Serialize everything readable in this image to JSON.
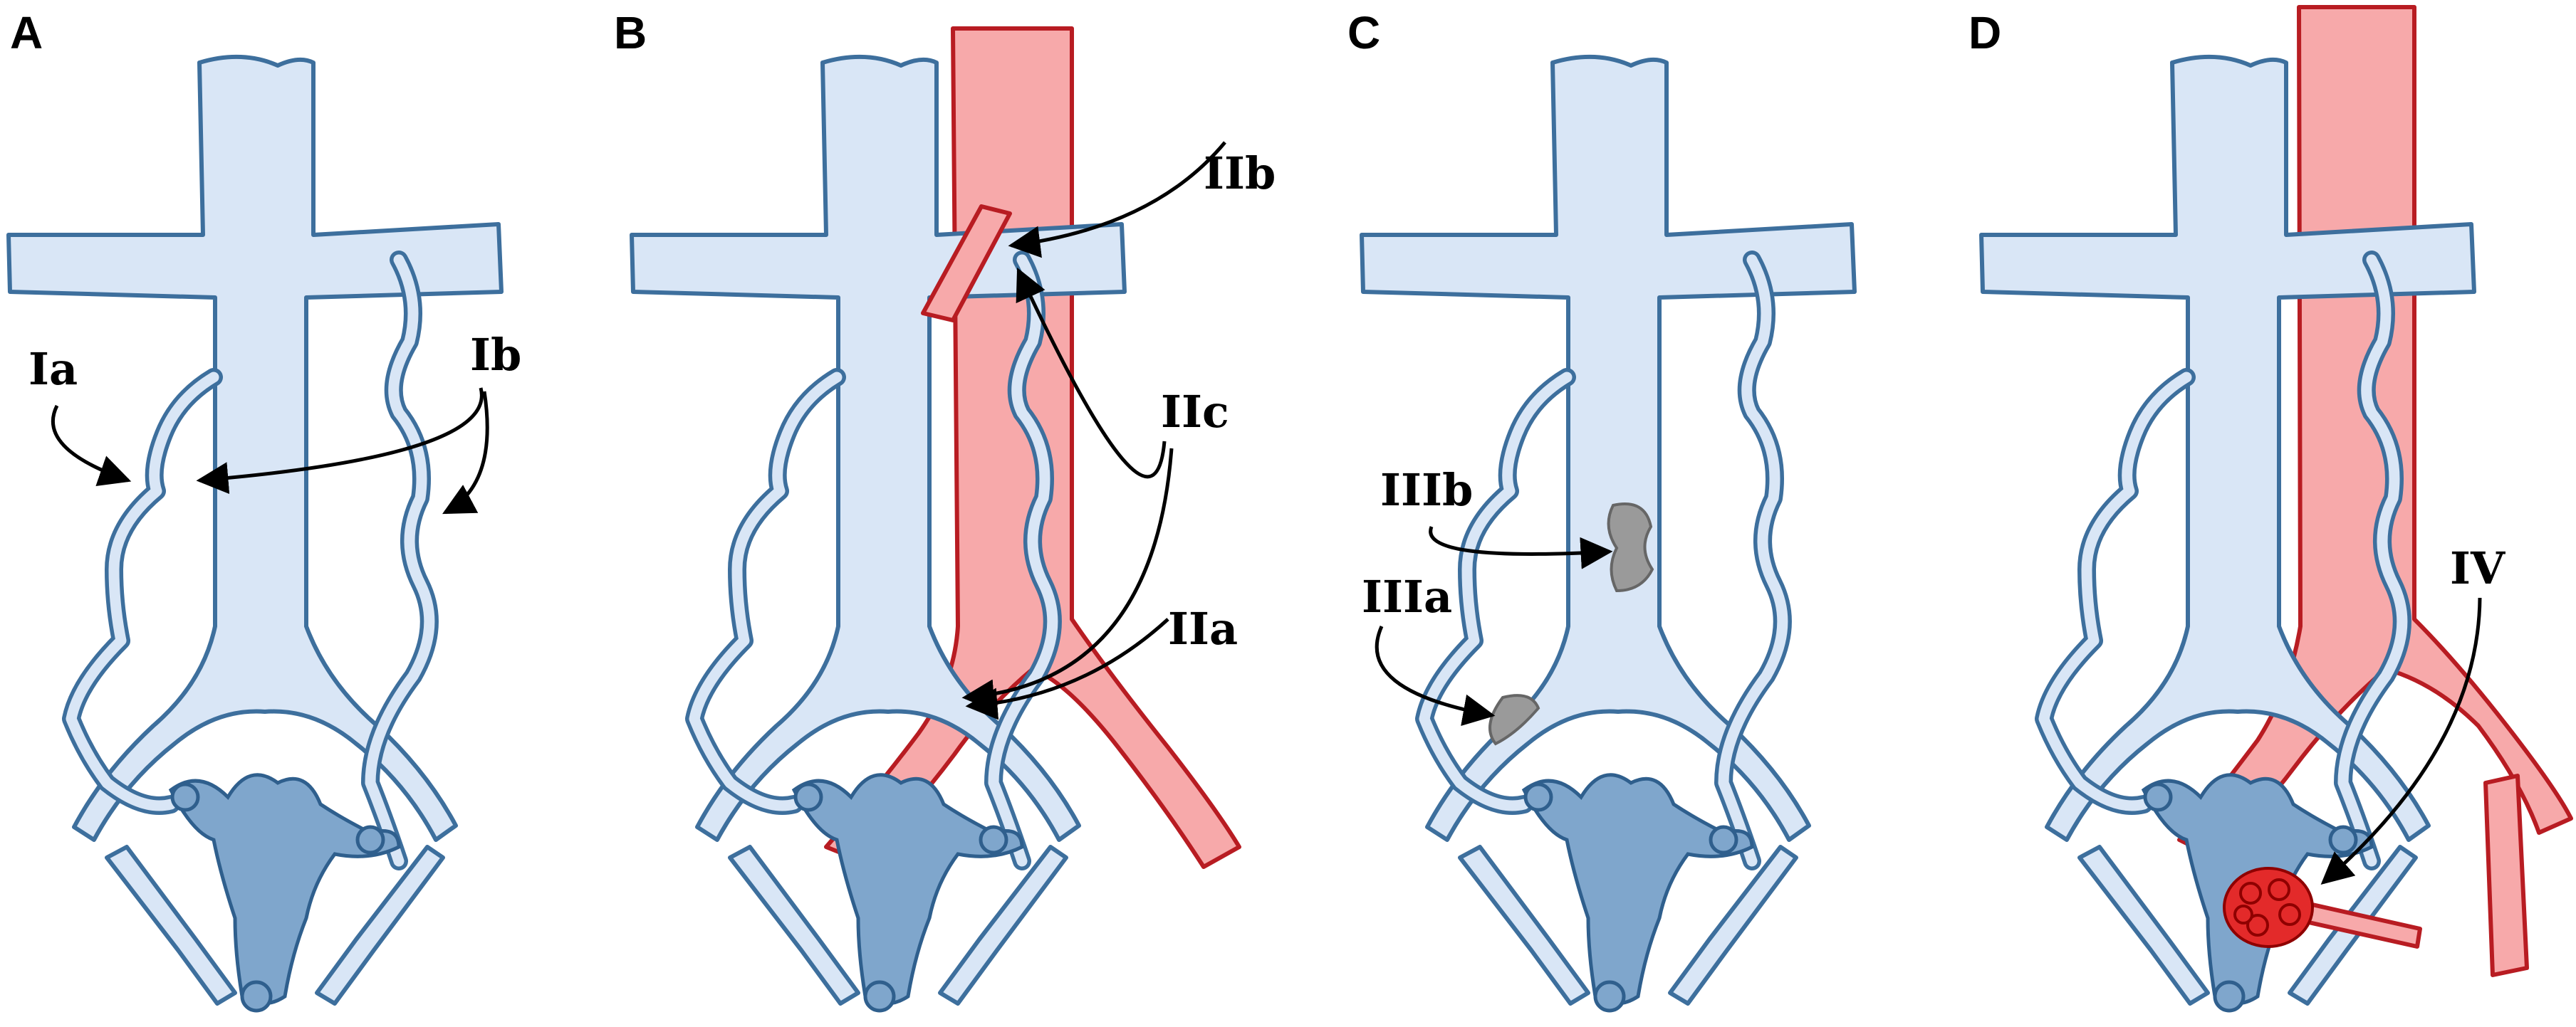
{
  "colors": {
    "vein_fill": "#d9e6f6",
    "vein_stroke": "#3d6f9d",
    "artery_fill": "#f7a9aa",
    "artery_stroke": "#b81c22",
    "thrombus": "#9a9a9a",
    "nidus": "#e32a2a"
  },
  "icons": {
    "plexus": "venous-plexus-icon",
    "thrombus": "thrombus-icon",
    "nidus": "avm-nidus-icon"
  },
  "panels": [
    {
      "letter": "A",
      "labels": [
        "Ia",
        "Ib"
      ]
    },
    {
      "letter": "B",
      "labels": [
        "IIb",
        "IIc",
        "IIa"
      ]
    },
    {
      "letter": "C",
      "labels": [
        "IIIb",
        "IIIa"
      ]
    },
    {
      "letter": "D",
      "labels": [
        "IV"
      ]
    }
  ]
}
